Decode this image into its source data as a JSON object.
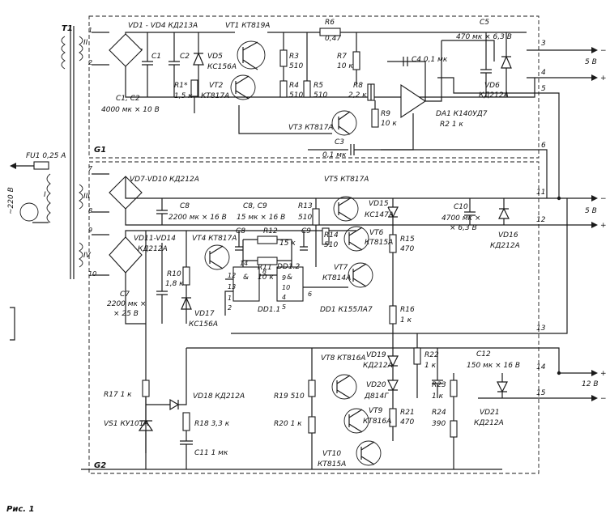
{
  "figure": {
    "caption": "Рис. 1"
  },
  "blocks": {
    "g1": "G1",
    "g2": "G2"
  },
  "transformer": {
    "ref": "T1",
    "primary": "I",
    "w2": "II",
    "w3": "III",
    "w4": "IV",
    "pins": [
      "1",
      "2",
      "7",
      "8",
      "9",
      "10"
    ]
  },
  "mains": {
    "fuse": "FU1 0,25 A",
    "voltage": "~220 В"
  },
  "labels": {
    "vd1_4": "VD1 - VD4  КД213А",
    "vt1": "VT1  КТ819А",
    "r6": "R6",
    "r6v": "0,47",
    "c5": "C5",
    "c5v": "470 мк × 6,3 В",
    "c1": "C1",
    "c2": "C2",
    "c12v": "C1, C2",
    "c12val": "4000 мк × 10 В",
    "vd5": "VD5",
    "vd5t": "КС156А",
    "r1": "R1*",
    "r1v": "1,5 к",
    "vt2": "VT2",
    "vt2t": "КТ817А",
    "r3": "R3",
    "r3v": "510",
    "r4": "R4",
    "r4v": "510",
    "r5": "R5",
    "r5v": "510",
    "r7": "R7",
    "r7v": "10 к",
    "r8": "R8",
    "r8v": "2,2 к",
    "r9": "R9",
    "r9v": "10 к",
    "c4": "C4  0,1 мк",
    "vd6": "VD6",
    "vd6t": "КД212А",
    "da1": "DA1  К140УД7",
    "r2": "R2  1 к",
    "vt3": "VT3  КТ817А",
    "c3": "C3",
    "c3v": "0,1 мк",
    "vd7_10": "VD7-VD10  КД212А",
    "c8": "C8",
    "c8v": "2200 мк × 16 В",
    "c89": "C8, C9",
    "c89v": "15 мк × 16 В",
    "vt5": "VT5  КТ817А",
    "r13": "R13",
    "r13v": "510",
    "vd15": "VD15",
    "vd15t": "КС147А",
    "c10": "C10",
    "c10v": "4700 мк ×",
    "c10v2": "× 6,3 В",
    "vd16": "VD16",
    "vd16t": "КД212А",
    "vd11_14": "VD11-VD14",
    "vd11_14t": "КД212А",
    "vt4": "VT4  КТ817А",
    "r12": "R12",
    "r12v": "15 к",
    "c9": "C9",
    "r14": "R14",
    "r14v": "510",
    "vt6": "VT6",
    "vt6t": "КТ815А",
    "r15": "R15",
    "r15v": "470",
    "r10": "R10",
    "r10v": "1,8 к",
    "c7": "C7",
    "c7v": "2200 мк ×",
    "c7v2": "× 25 В",
    "r11": "R11",
    "r11v": "10 к",
    "dd12": "DD1.2",
    "vt7": "VT7",
    "vt7t": "КТ814А",
    "vd17": "VD17",
    "vd17t": "КС156А",
    "dd11": "DD1.1",
    "dd1": "DD1  К155ЛА7",
    "r16": "R16",
    "r16v": "1 к",
    "vt8": "VT8  КТ816А",
    "vd19": "VD19",
    "vd19t": "КД212А",
    "r22": "R22",
    "r22v": "1 к",
    "c12": "C12",
    "c12n": "150 мк × 16 В",
    "r17": "R17  1 к",
    "vd18": "VD18  КД212А",
    "r19": "R19  510",
    "vd20": "VD20",
    "vd20t": "Д814Г",
    "r23": "R23",
    "r23v": "1 к",
    "vs1": "VS1  КУ101А",
    "r18": "R18  3,3 к",
    "r20": "R20  1 к",
    "vt9": "VT9",
    "vt9t": "КТ816А",
    "r21": "R21",
    "r21v": "470",
    "r24": "R24",
    "r24v": "390",
    "vd21": "VD21",
    "vd21t": "КД212А",
    "c11": "C11  1 мк",
    "vt10": "VT10",
    "vt10t": "КТ815А"
  },
  "gate_pins": [
    "14",
    "12",
    "13",
    "8",
    "9",
    "10",
    "1",
    "2",
    "4",
    "5",
    "6",
    "&",
    "&"
  ],
  "wire_numbers": [
    "3",
    "4",
    "5",
    "6",
    "11",
    "12",
    "13",
    "14",
    "15"
  ],
  "outputs": {
    "v5a": "5 В",
    "v5b": "5 В",
    "v12": "12 В",
    "minus": "−",
    "plus": "+"
  }
}
